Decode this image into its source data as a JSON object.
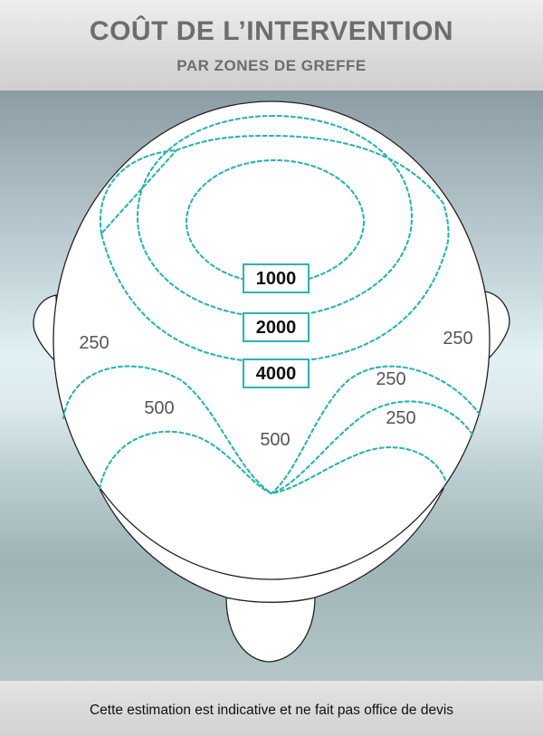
{
  "header": {
    "title": "COÛT DE L’INTERVENTION",
    "subtitle": "PAR ZONES DE GREFFE"
  },
  "zones": {
    "boxed": [
      {
        "label": "1000"
      },
      {
        "label": "2000"
      },
      {
        "label": "4000"
      }
    ],
    "left_side": "250",
    "right_side": "250",
    "left_temple": "500",
    "center_front": "500",
    "right_temple_upper": "250",
    "right_temple_lower": "250"
  },
  "footer": {
    "note": "Cette estimation est indicative et ne fait pas office de devis"
  },
  "colors": {
    "zone_line": "#2bb3b1",
    "title_text": "#6d6d6d",
    "head_outline": "#222222"
  }
}
